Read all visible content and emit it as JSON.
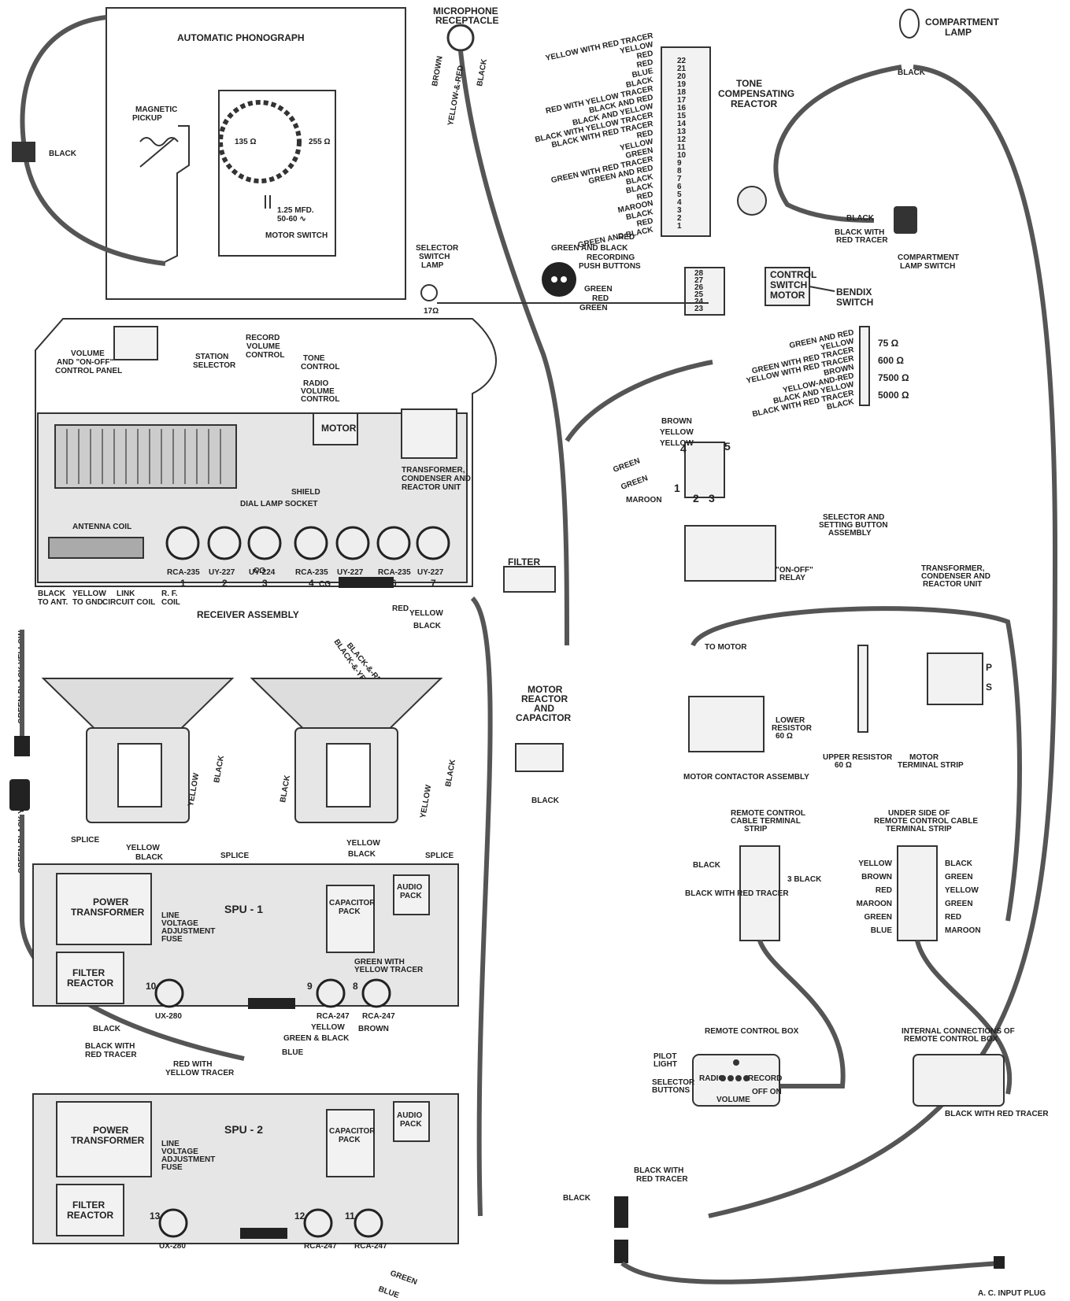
{
  "labels": {
    "automatic_phonograph": "AUTOMATIC PHONOGRAPH",
    "magnetic_pickup": [
      "MAGNETIC",
      "PICKUP"
    ],
    "coil_135": "135 Ω",
    "coil_255": "255 Ω",
    "capacitor": [
      "1.25 MFD.",
      "50-60 ∿"
    ],
    "motor_switch": "MOTOR SWITCH",
    "microphone_receptacle": [
      "MICROPHONE",
      "RECEPTACLE"
    ],
    "compartment_lamp": [
      "COMPARTMENT",
      "LAMP"
    ],
    "tone_compensating_reactor": [
      "TONE",
      "COMPENSATING",
      "REACTOR"
    ],
    "compartment_lamp_switch": [
      "COMPARTMENT",
      "LAMP SWITCH"
    ],
    "selector_switch_lamp": [
      "SELECTOR",
      "SWITCH",
      "LAMP"
    ],
    "selector_lamp_value": "17Ω",
    "recording_push_buttons": [
      "RECORDING",
      "PUSH BUTTONS"
    ],
    "control_switch_motor": [
      "CONTROL",
      "SWITCH",
      "MOTOR"
    ],
    "bendix_switch": [
      "BENDIX",
      "SWITCH"
    ],
    "volume_panel": [
      "VOLUME",
      "AND \"ON-OFF\"",
      "CONTROL PANEL"
    ],
    "station_selector": [
      "STATION",
      "SELECTOR"
    ],
    "record_volume_control": [
      "RECORD",
      "VOLUME",
      "CONTROL"
    ],
    "tone_control": [
      "TONE",
      "CONTROL"
    ],
    "radio_volume_control": [
      "RADIO",
      "VOLUME",
      "CONTROL"
    ],
    "motor": "MOTOR",
    "shield": "SHIELD",
    "transformer_unit": [
      "TRANSFORMER,",
      "CONDENSER AND",
      "REACTOR UNIT"
    ],
    "dial_lamp_socket": "DIAL LAMP SOCKET",
    "antenna_coil": "ANTENNA COIL",
    "black_to_ant": [
      "BLACK",
      "TO ANT."
    ],
    "yellow_to_gnd": [
      "YELLOW",
      "TO GND."
    ],
    "link_circuit_coil": [
      "LINK",
      "CIRCUIT COIL"
    ],
    "rf_coil": [
      "R. F.",
      "COIL"
    ],
    "receiver_assembly": "RECEIVER ASSEMBLY",
    "filter": "FILTER",
    "motor_reactor": [
      "MOTOR",
      "REACTOR",
      "AND",
      "CAPACITOR"
    ],
    "selector_button_assembly": [
      "SELECTOR AND",
      "SETTING BUTTON",
      "ASSEMBLY"
    ],
    "on_off_relay": [
      "\"ON-OFF\"",
      "RELAY"
    ],
    "transformer_unit_2": [
      "TRANSFORMER,",
      "CONDENSER AND",
      "REACTOR UNIT"
    ],
    "to_motor": "TO MOTOR",
    "lower_resistor": [
      "LOWER",
      "RESISTOR",
      "60 Ω"
    ],
    "upper_resistor": [
      "UPPER RESISTOR",
      "60 Ω"
    ],
    "motor_terminal_strip": [
      "MOTOR",
      "TERMINAL STRIP"
    ],
    "motor_contactor_assembly": "MOTOR CONTACTOR ASSEMBLY",
    "remote_terminal_strip": [
      "REMOTE CONTROL",
      "CABLE TERMINAL",
      "STRIP"
    ],
    "under_side_strip": [
      "UNDER SIDE OF",
      "REMOTE CONTROL CABLE",
      "TERMINAL STRIP"
    ],
    "remote_control_box": "REMOTE CONTROL BOX",
    "pilot_light": [
      "PILOT",
      "LIGHT"
    ],
    "selector_buttons": [
      "SELECTOR",
      "BUTTONS"
    ],
    "radio": "RADIO",
    "record": "RECORD",
    "volume": "VOLUME",
    "off_on": "OFF  ON",
    "internal_connections": [
      "INTERNAL CONNECTIONS OF",
      "REMOTE CONTROL BOX"
    ],
    "black_with_red_tracer_small": "BLACK WITH RED TRACER",
    "spu1": "SPU - 1",
    "spu2": "SPU - 2",
    "power_transformer": [
      "POWER",
      "TRANSFORMER"
    ],
    "line_voltage_fuse": [
      "LINE",
      "VOLTAGE",
      "ADJUSTMENT",
      "FUSE"
    ],
    "filter_reactor": [
      "FILTER",
      "REACTOR"
    ],
    "capacitor_pack": [
      "CAPACITOR",
      "PACK"
    ],
    "audio_pack": [
      "AUDIO",
      "PACK"
    ],
    "splice": "SPLICE",
    "ac_input_plug": "A. C. INPUT PLUG",
    "black_with_red_tracer": [
      "BLACK WITH",
      "RED TRACER"
    ],
    "red_with_yellow_tracer": [
      "RED WITH",
      "YELLOW TRACER"
    ],
    "green_with_yellow_tracer": [
      "GREEN WITH",
      "YELLOW TRACER"
    ],
    "black": "BLACK",
    "yellow": "YELLOW",
    "red": "RED",
    "green": "GREEN",
    "blue": "BLUE",
    "brown": "BROWN",
    "maroon": "MAROON",
    "green_and_black": "GREEN AND BLACK",
    "green_and_black_amp": "GREEN & BLACK",
    "yellow_and_red": "YELLOW-&-RED",
    "black_and_yellow": "BLACK-&-YELLOW",
    "black_and_red": "BLACK-&-RED"
  },
  "terminal_wires": [
    "YELLOW WITH RED TRACER",
    "YELLOW",
    "RED",
    "RED",
    "BLUE",
    "BLACK",
    "RED WITH YELLOW TRACER",
    "BLACK AND RED",
    "BLACK AND YELLOW",
    "BLACK WITH YELLOW TRACER",
    "BLACK WITH RED TRACER",
    "RED",
    "YELLOW",
    "GREEN",
    "GREEN WITH RED TRACER",
    "GREEN AND RED",
    "BLACK",
    "BLACK",
    "RED",
    "MAROON",
    "BLACK",
    "RED",
    "GREEN AND BLACK"
  ],
  "terminal_numbers": [
    "22",
    "21",
    "20",
    "19",
    "18",
    "17",
    "16",
    "15",
    "14",
    "13",
    "12",
    "11",
    "10",
    "9",
    "8",
    "7",
    "6",
    "5",
    "4",
    "3",
    "2",
    "1"
  ],
  "terminal2_numbers": [
    "28",
    "27",
    "26",
    "25",
    "24",
    "23"
  ],
  "speaker_taps": [
    {
      "wire": "GREEN AND RED",
      "tap": ""
    },
    {
      "wire": "YELLOW",
      "tap": "75 Ω"
    },
    {
      "wire": "GREEN WITH RED TRACER",
      "tap": ""
    },
    {
      "wire": "YELLOW WITH RED TRACER",
      "tap": "600 Ω"
    },
    {
      "wire": "BROWN",
      "tap": ""
    },
    {
      "wire": "YELLOW-AND-RED",
      "tap": "7500 Ω"
    },
    {
      "wire": "BLACK AND YELLOW",
      "tap": ""
    },
    {
      "wire": "BLACK WITH RED TRACER",
      "tap": "5000 Ω"
    },
    {
      "wire": "BLACK",
      "tap": ""
    }
  ],
  "tubes_receiver": [
    {
      "type": "RCA-235",
      "num": "1"
    },
    {
      "type": "UY-227",
      "num": "2"
    },
    {
      "type": "UY-224",
      "num": "3"
    },
    {
      "type": "RCA-235",
      "num": "4"
    },
    {
      "type": "UY-227",
      "num": "5"
    },
    {
      "type": "RCA-235",
      "num": "6"
    },
    {
      "type": "UY-227",
      "num": "7"
    }
  ],
  "tubes_spu1": [
    {
      "type": "UX-280",
      "num": "10"
    },
    {
      "type": "RCA-247",
      "num": "9"
    },
    {
      "type": "RCA-247",
      "num": "8"
    }
  ],
  "tubes_spu2": [
    {
      "type": "UX-280",
      "num": "13"
    },
    {
      "type": "RCA-247",
      "num": "12"
    },
    {
      "type": "RCA-247",
      "num": "11"
    }
  ],
  "remote_left_labels": [
    "BLACK",
    "BLACK WITH RED TRACER"
  ],
  "remote_right_label": "3 BLACK",
  "underside_left": [
    "YELLOW",
    "BROWN",
    "RED",
    "MAROON",
    "GREEN",
    "BLUE"
  ],
  "underside_right": [
    "BLACK",
    "GREEN",
    "YELLOW",
    "GREEN",
    "RED",
    "MAROON"
  ],
  "socket_numbers": [
    "1",
    "2",
    "3",
    "4",
    "5"
  ],
  "cg": "CG",
  "ps_labels": [
    "P",
    "S"
  ]
}
